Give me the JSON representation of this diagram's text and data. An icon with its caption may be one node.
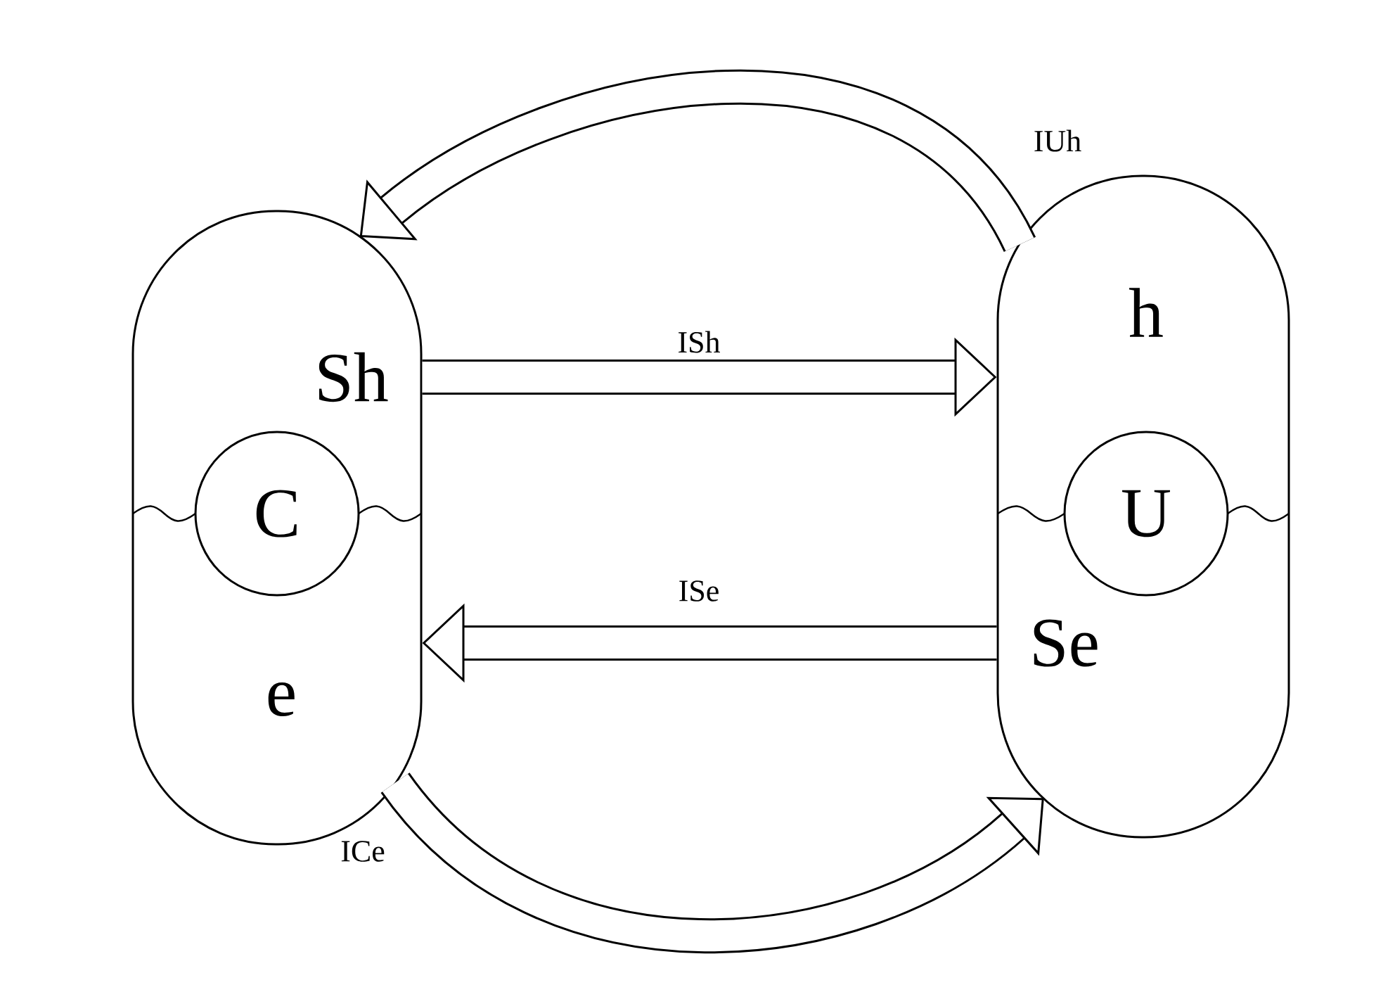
{
  "diagram": {
    "nodes": [
      {
        "text": [
          "Sh",
          "e"
        ]
      },
      {
        "text": [
          "C"
        ],
        "in": 0
      },
      {
        "text": [
          "h",
          "Se"
        ]
      },
      {
        "text": [
          "U"
        ],
        "in": 2
      }
    ],
    "edges": [
      {
        "from": 0,
        "to": 2,
        "arrow": "to",
        "label": "ISh"
      },
      {
        "from": 2,
        "to": 0,
        "arrow": "to",
        "label": "ISe"
      },
      {
        "from": 2,
        "to": 0,
        "arrow": "to",
        "label": "IUh"
      },
      {
        "from": 0,
        "to": 2,
        "arrow": "to",
        "label": "ICe"
      }
    ]
  }
}
